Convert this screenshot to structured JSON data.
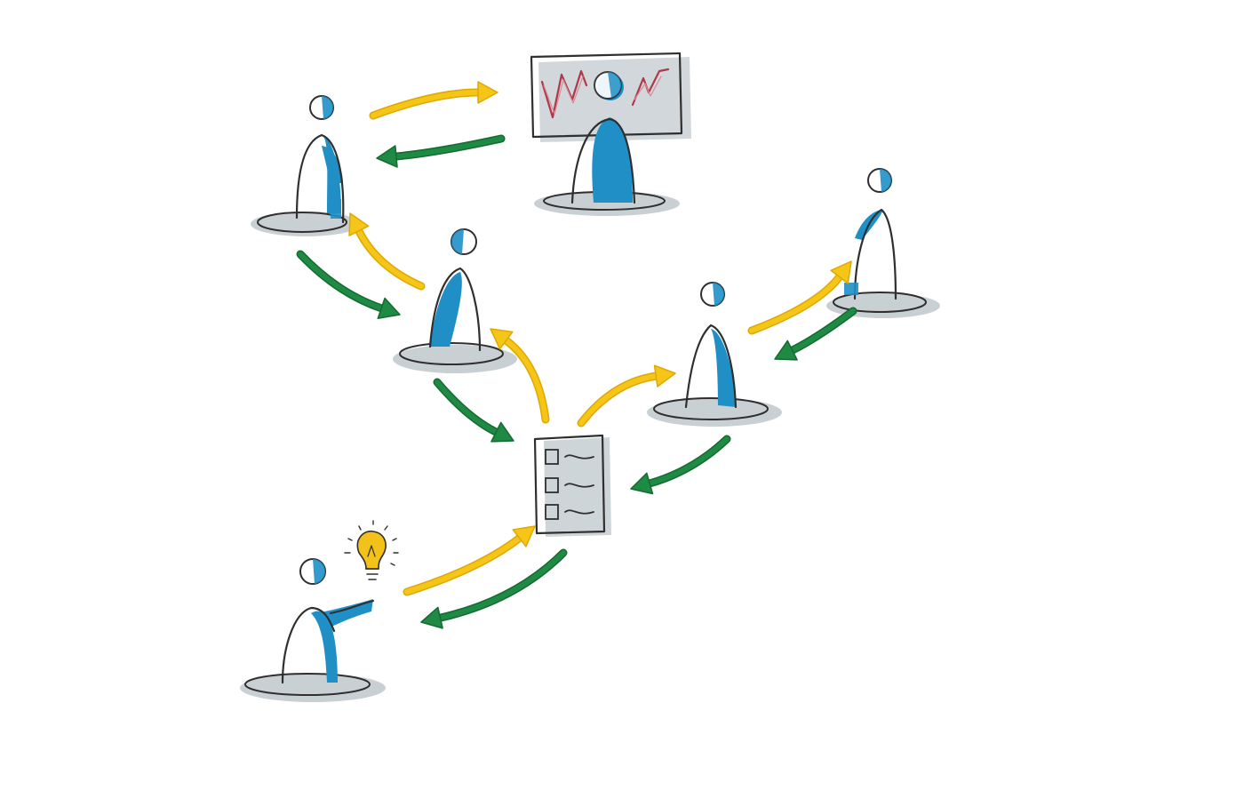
{
  "colors": {
    "background": "#ffffff",
    "outline": "#2f2f2f",
    "person_blue": "#1f8fc6",
    "shadow_gray": "#c9d0d4",
    "arrow_yellow": "#f5c518",
    "arrow_yellow_edge": "#e0a800",
    "arrow_green": "#1f8a43",
    "arrow_green_edge": "#146b31",
    "chart_red": "#b0384a",
    "bulb_yellow": "#f2c21b"
  },
  "nodes": [
    {
      "id": "presenter",
      "kind": "person-with-chart-board",
      "icon": "presentation-board-icon"
    },
    {
      "id": "person-top-left",
      "kind": "person"
    },
    {
      "id": "person-center-left",
      "kind": "person"
    },
    {
      "id": "person-center-right",
      "kind": "person"
    },
    {
      "id": "person-far-right",
      "kind": "person"
    },
    {
      "id": "checklist",
      "kind": "document",
      "icon": "checklist-icon"
    },
    {
      "id": "idea-person",
      "kind": "person-with-idea",
      "icon": "lightbulb-icon"
    }
  ],
  "edges": [
    {
      "from": "person-top-left",
      "to": "presenter",
      "color": "yellow"
    },
    {
      "from": "presenter",
      "to": "person-top-left",
      "color": "green"
    },
    {
      "from": "person-center-left",
      "to": "person-top-left",
      "color": "yellow"
    },
    {
      "from": "person-top-left",
      "to": "person-center-left",
      "color": "green"
    },
    {
      "from": "checklist",
      "to": "person-center-left",
      "color": "yellow"
    },
    {
      "from": "person-center-left",
      "to": "checklist",
      "color": "green"
    },
    {
      "from": "checklist",
      "to": "person-center-right",
      "color": "yellow"
    },
    {
      "from": "person-center-right",
      "to": "checklist",
      "color": "green"
    },
    {
      "from": "person-center-right",
      "to": "person-far-right",
      "color": "yellow"
    },
    {
      "from": "person-far-right",
      "to": "person-center-right",
      "color": "green"
    },
    {
      "from": "idea-person",
      "to": "checklist",
      "color": "yellow"
    },
    {
      "from": "checklist",
      "to": "idea-person",
      "color": "green"
    }
  ]
}
